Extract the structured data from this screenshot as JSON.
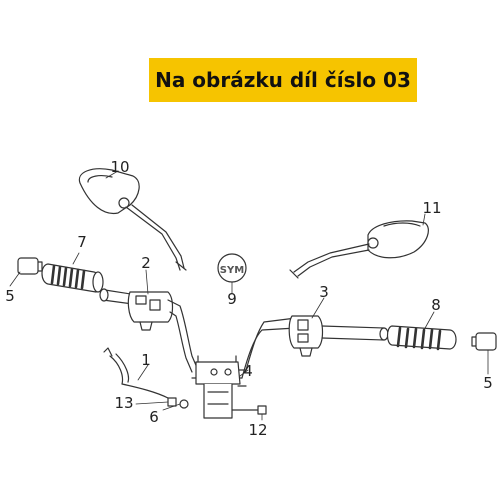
{
  "banner": {
    "text": "Na obrázku díl číslo 03"
  },
  "colors": {
    "banner_bg": "#f6c400",
    "line": "#333333",
    "part_fill": "#ffffff"
  },
  "logo": {
    "text": "SYM"
  },
  "callouts": [
    {
      "id": "10",
      "label": "10"
    },
    {
      "id": "11",
      "label": "11"
    },
    {
      "id": "7",
      "label": "7"
    },
    {
      "id": "5-left",
      "label": "5"
    },
    {
      "id": "2",
      "label": "2"
    },
    {
      "id": "9",
      "label": "9"
    },
    {
      "id": "3",
      "label": "3"
    },
    {
      "id": "8",
      "label": "8"
    },
    {
      "id": "5-right",
      "label": "5"
    },
    {
      "id": "1",
      "label": "1"
    },
    {
      "id": "4",
      "label": "4"
    },
    {
      "id": "13",
      "label": "13"
    },
    {
      "id": "6",
      "label": "6"
    },
    {
      "id": "12",
      "label": "12"
    }
  ]
}
